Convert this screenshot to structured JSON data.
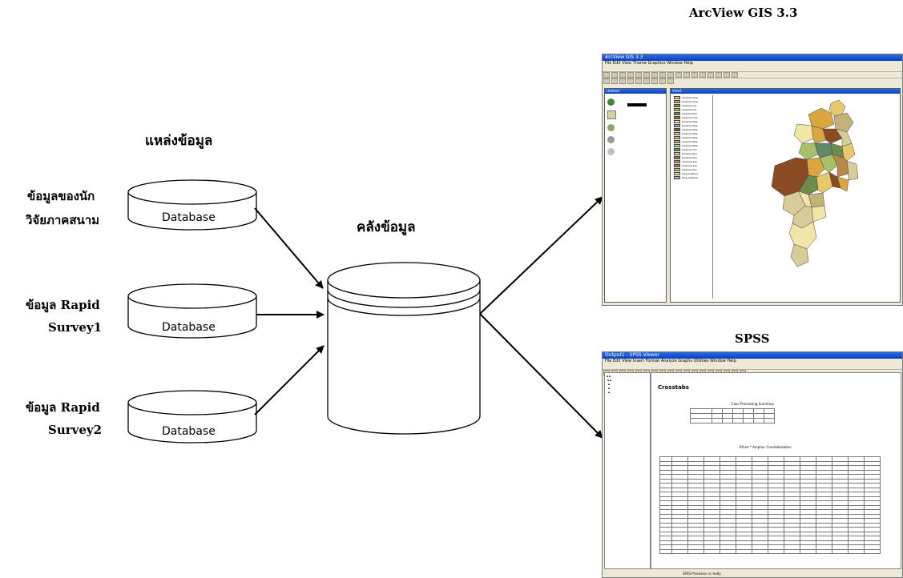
{
  "labels": {
    "sources_heading": "แหล่งข้อมูล",
    "warehouse": "คลังข้อมูล",
    "arcview_title": "ArcView GIS 3.3",
    "spss_title": "SPSS"
  },
  "sources": [
    {
      "line1": "ข้อมูลของนัก",
      "line2": "วิจัยภาคสนาม",
      "db": "Database"
    },
    {
      "line1": "ข้อมูล Rapid",
      "line2": "Survey1",
      "db": "Database"
    },
    {
      "line1": "ข้อมูล Rapid",
      "line2": "Survey2",
      "db": "Database"
    }
  ],
  "arcview": {
    "window_title": "ArcView GIS 3.3",
    "menu": "File  Edit  View  Theme  Graphics  Window  Help",
    "project_title": "Untitled",
    "view_title": "View1",
    "legend_items": [
      "Amphoe Chai",
      "Amphoe Chai",
      "Amphoe Doi",
      "Amphoe Doi",
      "Amphoe Fan",
      "Amphoe Hod",
      "Amphoe Mae",
      "Amphoe Mae",
      "Amphoe Mae",
      "Amphoe Mae",
      "Amphoe Mae",
      "Amphoe Mae",
      "Amphoe Mae",
      "Amphoe Om",
      "Amphoe Pha",
      "Amphoe San",
      "Amphoe San",
      "Amphoe San",
      "Amphoe San",
      "King Amphoe",
      "King Amphoe"
    ],
    "legend_colors": [
      "#e8c870",
      "#d4a24a",
      "#b07838",
      "#a0c060",
      "#708c48",
      "#c86428",
      "#f0e890",
      "#90a8c0",
      "#7a5a3a",
      "#d8c8a0",
      "#e0b860",
      "#c0a070",
      "#b8d090",
      "#6e8c6c",
      "#f0d070",
      "#a8743c",
      "#d09040",
      "#988060",
      "#ccb888",
      "#e8d8a8",
      "#c0b080"
    ]
  },
  "spss": {
    "window_title": "Output1 - SPSS Viewer",
    "menu": "File  Edit  View  Insert  Format  Analyze  Graphs  Utilities  Window  Help",
    "heading": "Crosstabs",
    "summary_title": "Case Processing Summary",
    "crosstab_title": "Ethno * Amphur Crosstabulation",
    "status": "SPSS Processor is ready"
  },
  "colors": {
    "line": "#000000",
    "map_colors": [
      "#e8c86a",
      "#d9a640",
      "#8a4a22",
      "#a9c06a",
      "#6f8c4c",
      "#5f8a6a",
      "#d8cc98",
      "#efe6a8",
      "#b88a4a",
      "#c2b27a"
    ]
  }
}
